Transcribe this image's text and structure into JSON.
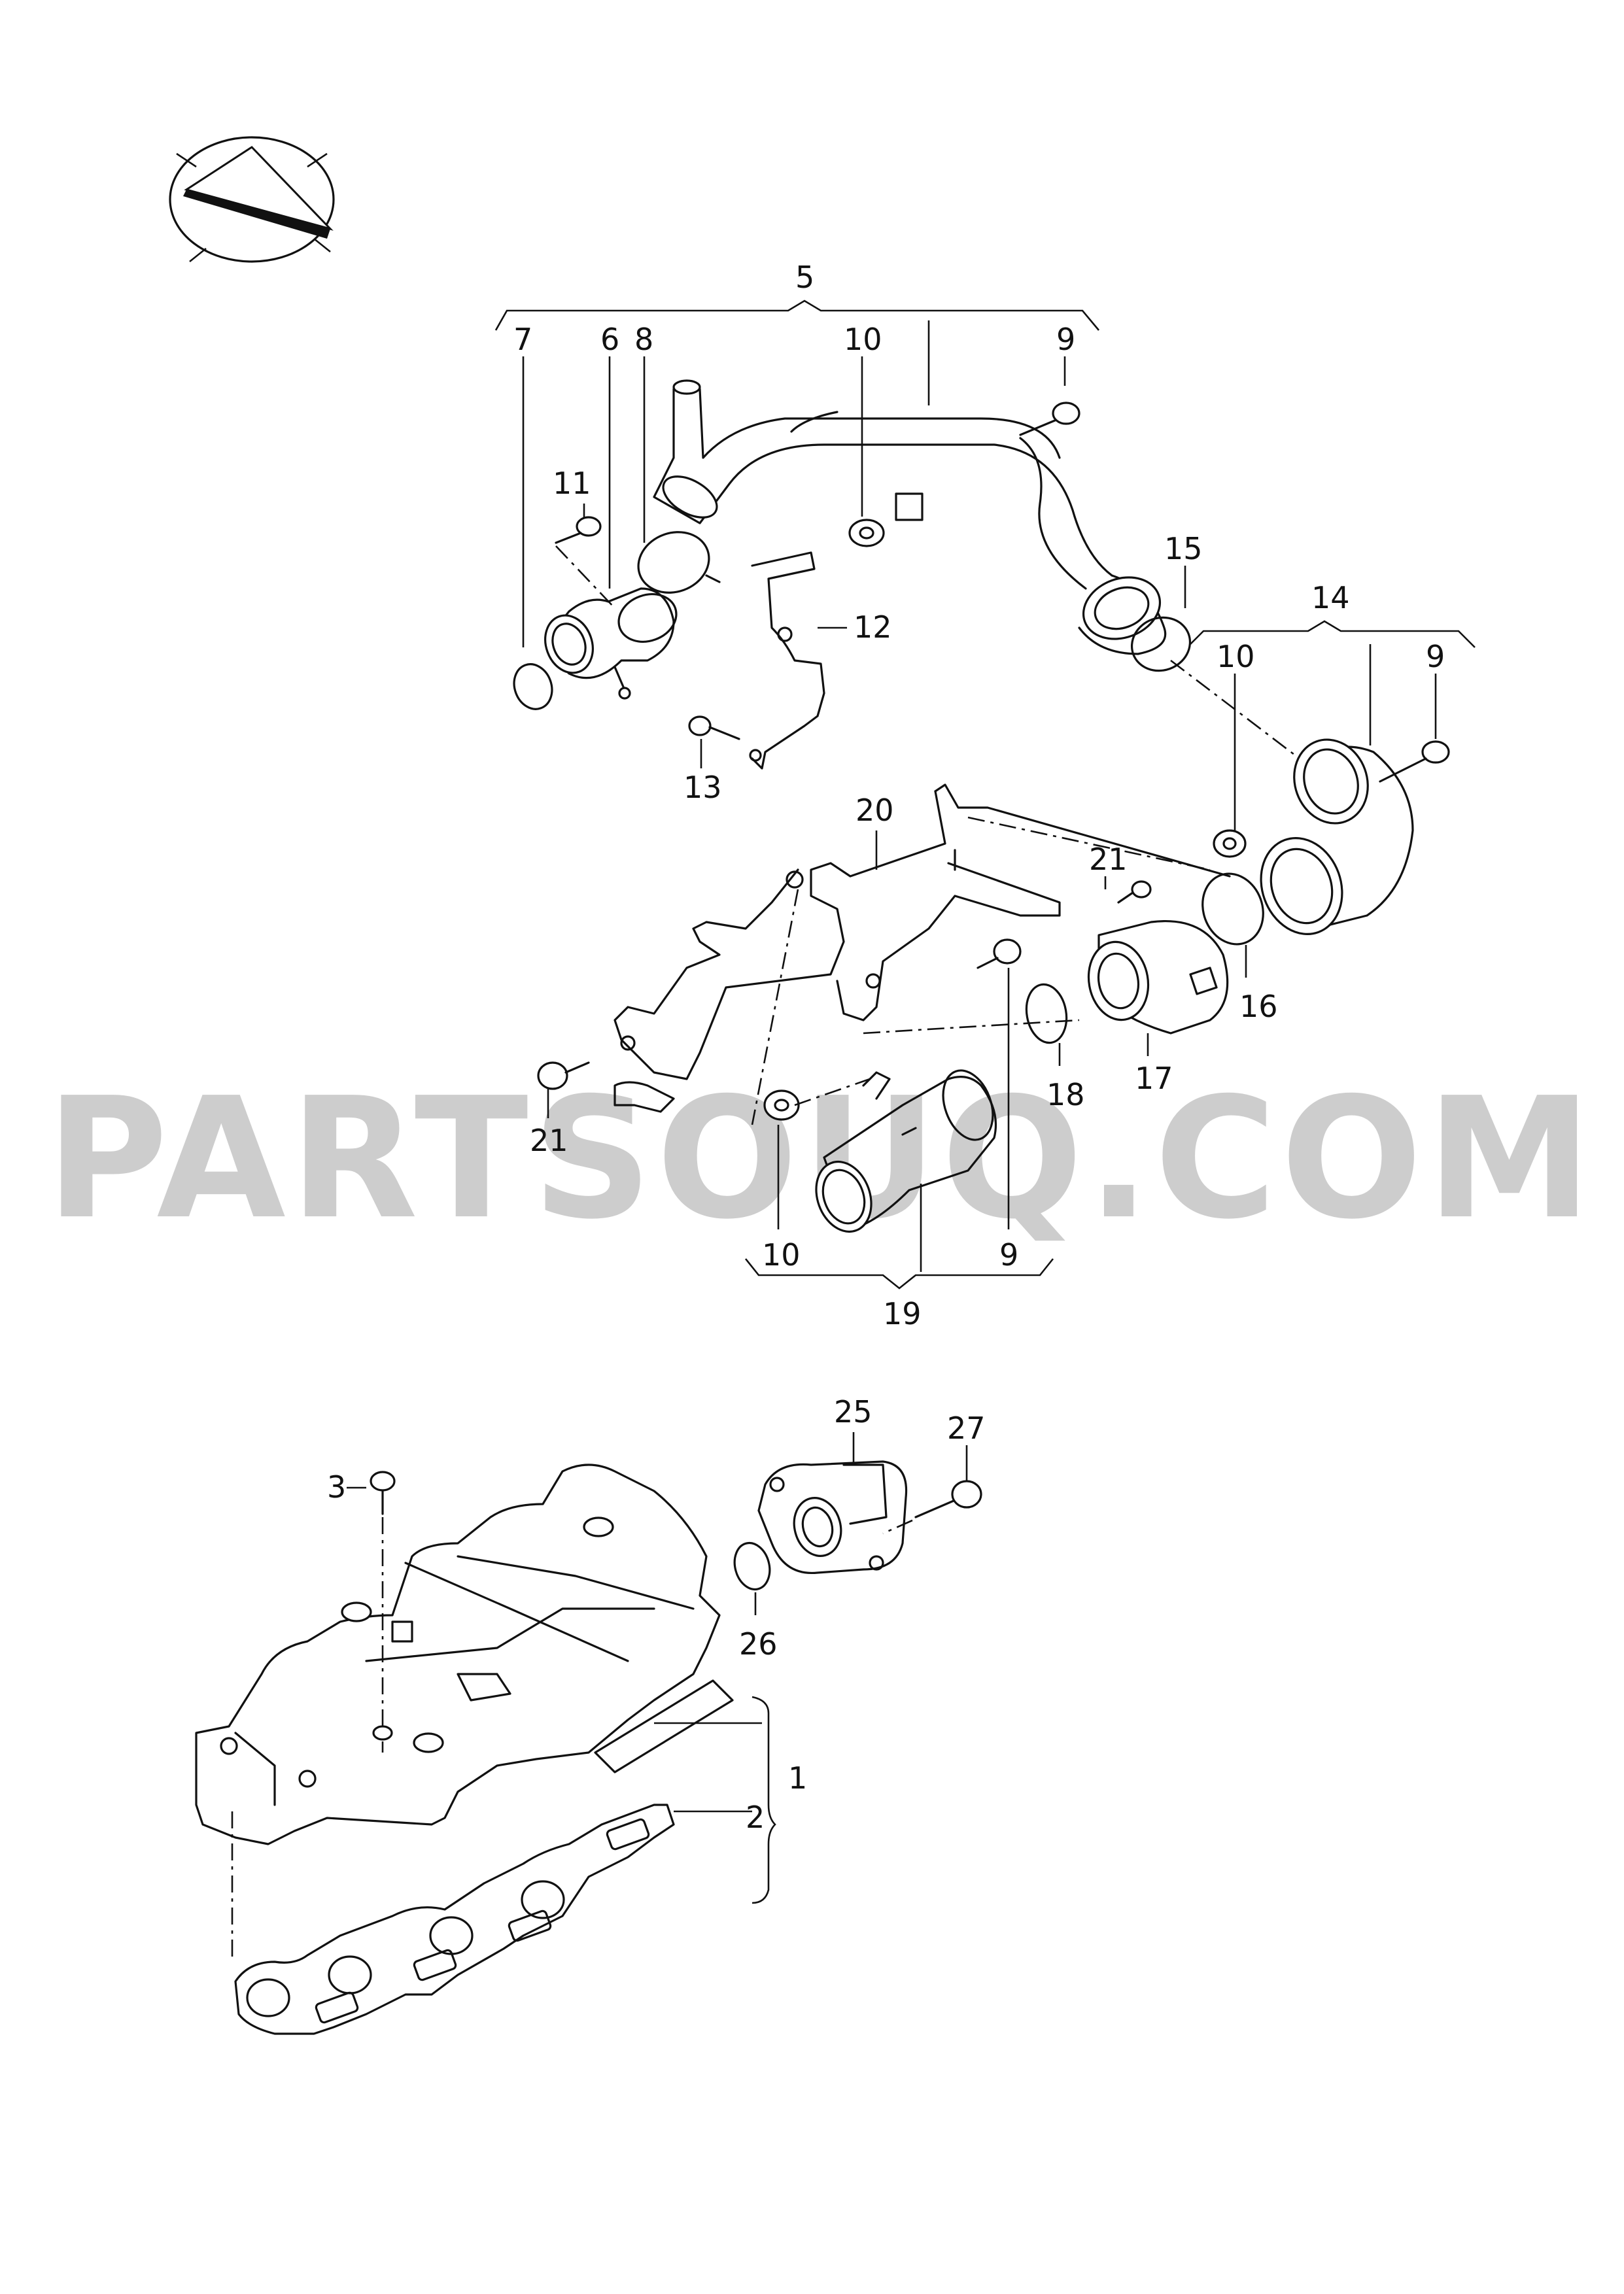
{
  "callouts": {
    "c5": "5",
    "c7": "7",
    "c6": "6",
    "c8": "8",
    "c10a": "10",
    "c9a": "9",
    "c11": "11",
    "c12": "12",
    "c13": "13",
    "c15": "15",
    "c14": "14",
    "c10b": "10",
    "c9b": "9",
    "c16": "16",
    "c20": "20",
    "c21a": "21",
    "c21b": "21",
    "c17": "17",
    "c18": "18",
    "c10c": "10",
    "c9c": "9",
    "c19": "19",
    "c25": "25",
    "c27": "27",
    "c3": "3",
    "c26": "26",
    "c1": "1",
    "c2": "2"
  },
  "watermark": "PARTSOUQ.COM",
  "icons": {
    "orientation": "orientation-arrow-icon"
  }
}
